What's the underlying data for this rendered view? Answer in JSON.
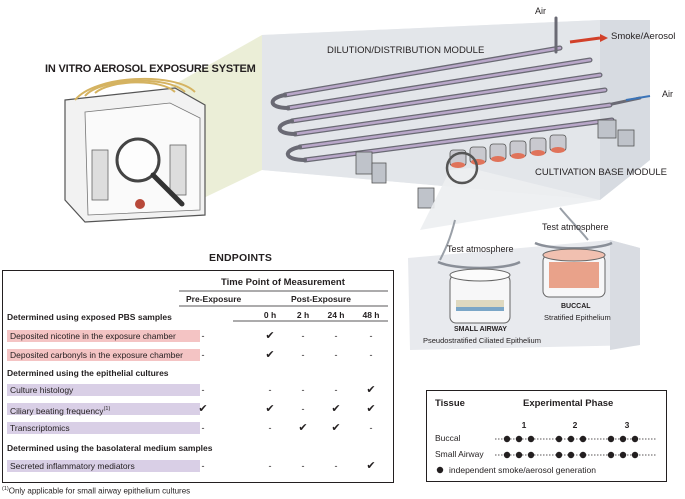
{
  "system_title": "IN VITRO AEROSOL EXPOSURE  SYSTEM",
  "dilution_module": "DILUTION/DISTRIBUTION MODULE",
  "cultivation_module": "CULTIVATION BASE MODULE",
  "air_top": "Air",
  "air_right": "Air",
  "smoke_aerosol": "Smoke/Aerosol",
  "test_atmosphere_left": "Test atmosphere",
  "test_atmosphere_right": "Test atmosphere",
  "small_airway": {
    "title": "SMALL AIRWAY",
    "subtitle": "Pseudostratified Ciliated Epithelium"
  },
  "buccal": {
    "title": "BUCCAL",
    "subtitle": "Stratified Epithelium"
  },
  "endpoints": {
    "heading": "ENDPOINTS",
    "time_point_header": "Time Point of Measurement",
    "pre_exposure": "Pre-Exposure",
    "post_exposure": "Post-Exposure",
    "time_cols": [
      "0 h",
      "2 h",
      "24 h",
      "48 h"
    ],
    "sections": [
      {
        "title": "Determined using exposed PBS samples",
        "rows": [
          {
            "label": "Deposited nicotine in the exposure chamber",
            "sup": "",
            "color": "#f4c4c4",
            "values": [
              "-",
              "check",
              "-",
              "-",
              "-"
            ]
          },
          {
            "label": "Deposited carbonyls in the exposure chamber",
            "sup": "",
            "color": "#f4c4c4",
            "values": [
              "-",
              "check",
              "-",
              "-",
              "-"
            ]
          }
        ]
      },
      {
        "title": "Determined using the epithelial cultures",
        "rows": [
          {
            "label": "Culture histology",
            "sup": "",
            "color": "#d9cfe6",
            "values": [
              "-",
              "-",
              "-",
              "-",
              "check"
            ]
          },
          {
            "label": "Ciliary beating frequency",
            "sup": "(1)",
            "color": "#d9cfe6",
            "values": [
              "check",
              "check",
              "-",
              "check",
              "check"
            ]
          },
          {
            "label": "Transcriptomics",
            "sup": "",
            "color": "#d9cfe6",
            "values": [
              "-",
              "-",
              "check",
              "check",
              "-"
            ]
          }
        ]
      },
      {
        "title": "Determined using the basolateral medium samples",
        "rows": [
          {
            "label": "Secreted inflammatory mediators",
            "sup": "",
            "color": "#d9cfe6",
            "values": [
              "-",
              "-",
              "-",
              "-",
              "check"
            ]
          }
        ]
      }
    ],
    "footnote_marker": "(1)",
    "footnote": "Only applicable for small airway epithelium cultures"
  },
  "phase": {
    "tissue_header": "Tissue",
    "phase_header": "Experimental Phase",
    "phase_numbers": [
      "1",
      "2",
      "3"
    ],
    "rows": [
      {
        "label": "Buccal",
        "dots_per_phase": [
          3,
          3,
          3
        ]
      },
      {
        "label": "Small Airway",
        "dots_per_phase": [
          3,
          3,
          3
        ]
      }
    ],
    "legend": "independent smoke/aerosol generation"
  }
}
